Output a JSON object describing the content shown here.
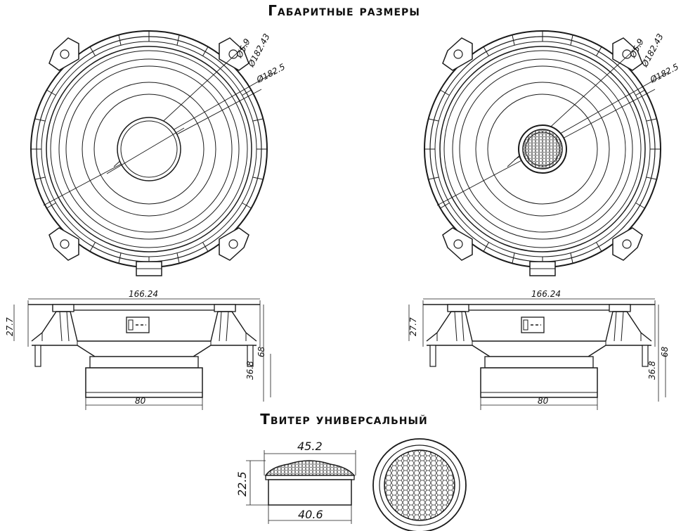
{
  "headings": {
    "overall_dimensions": "Габаритные размеры",
    "tweeter": "Твитер универсальный"
  },
  "front_view": {
    "hole_diameter": "Ø5.9",
    "bolt_circle": "Ø182.43",
    "outer_diameter": "Ø182.5"
  },
  "side_view": {
    "overall_width": "166.24",
    "flange_height": "27.7",
    "total_depth": "68",
    "magnet_depth": "36.8",
    "magnet_diameter": "80"
  },
  "tweeter_dims": {
    "top_width": "45.2",
    "height": "22.5",
    "bottom_width": "40.6"
  },
  "colors": {
    "line": "#1a1a1a",
    "paper": "#ffffff"
  }
}
